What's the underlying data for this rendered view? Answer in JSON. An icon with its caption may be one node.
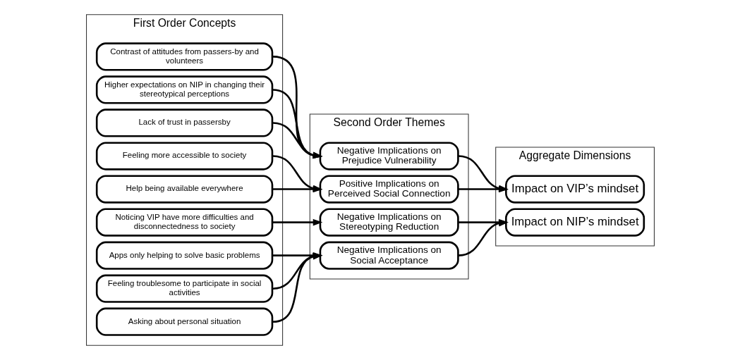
{
  "diagram": {
    "nodes": [
      {
        "text": [
          "First Order Concepts"
        ]
      },
      {
        "text": [
          "Second Order Themes"
        ]
      },
      {
        "text": [
          "Aggregate Dimensions"
        ]
      },
      {
        "text": [
          "Contrast of attitudes from passers-by and volunteers"
        ],
        "in": 0
      },
      {
        "text": [
          "Higher expectations on NIP in changing their stereotypical perceptions"
        ],
        "in": 0
      },
      {
        "text": [
          "Lack of trust in passersby"
        ],
        "in": 0
      },
      {
        "text": [
          "Feeling more accessible to society"
        ],
        "in": 0
      },
      {
        "text": [
          "Help being available everywhere"
        ],
        "in": 0
      },
      {
        "text": [
          "Noticing VIP have more difficulties and disconnectedness to society"
        ],
        "in": 0
      },
      {
        "text": [
          "Apps only helping to solve basic problems"
        ],
        "in": 0
      },
      {
        "text": [
          "Feeling troublesome to participate in social activities"
        ],
        "in": 0
      },
      {
        "text": [
          "Asking about personal situation"
        ],
        "in": 0
      },
      {
        "text": [
          "Negative Implications on Prejudice Vulnerability"
        ],
        "in": 1
      },
      {
        "text": [
          "Positive Implications on Perceived Social Connection"
        ],
        "in": 1
      },
      {
        "text": [
          "Negative Implications on Stereotyping Reduction"
        ],
        "in": 1
      },
      {
        "text": [
          "Negative Implications on Social Acceptance"
        ],
        "in": 1
      },
      {
        "text": [
          "Impact on VIP’s mindset"
        ],
        "in": 2
      },
      {
        "text": [
          "Impact on NIP’s mindset"
        ],
        "in": 2
      }
    ],
    "edges": [
      {
        "from": 3,
        "to": 12,
        "arrow": "to"
      },
      {
        "from": 4,
        "to": 12,
        "arrow": "to"
      },
      {
        "from": 5,
        "to": 12,
        "arrow": "to"
      },
      {
        "from": 6,
        "to": 13,
        "arrow": "to"
      },
      {
        "from": 7,
        "to": 13,
        "arrow": "to"
      },
      {
        "from": 8,
        "to": 14,
        "arrow": "to"
      },
      {
        "from": 9,
        "to": 15,
        "arrow": "to"
      },
      {
        "from": 10,
        "to": 15,
        "arrow": "to"
      },
      {
        "from": 11,
        "to": 15,
        "arrow": "to"
      },
      {
        "from": 12,
        "to": 16,
        "arrow": "to"
      },
      {
        "from": 13,
        "to": 16,
        "arrow": "to"
      },
      {
        "from": 14,
        "to": 17,
        "arrow": "to"
      },
      {
        "from": 15,
        "to": 17,
        "arrow": "to"
      }
    ]
  }
}
